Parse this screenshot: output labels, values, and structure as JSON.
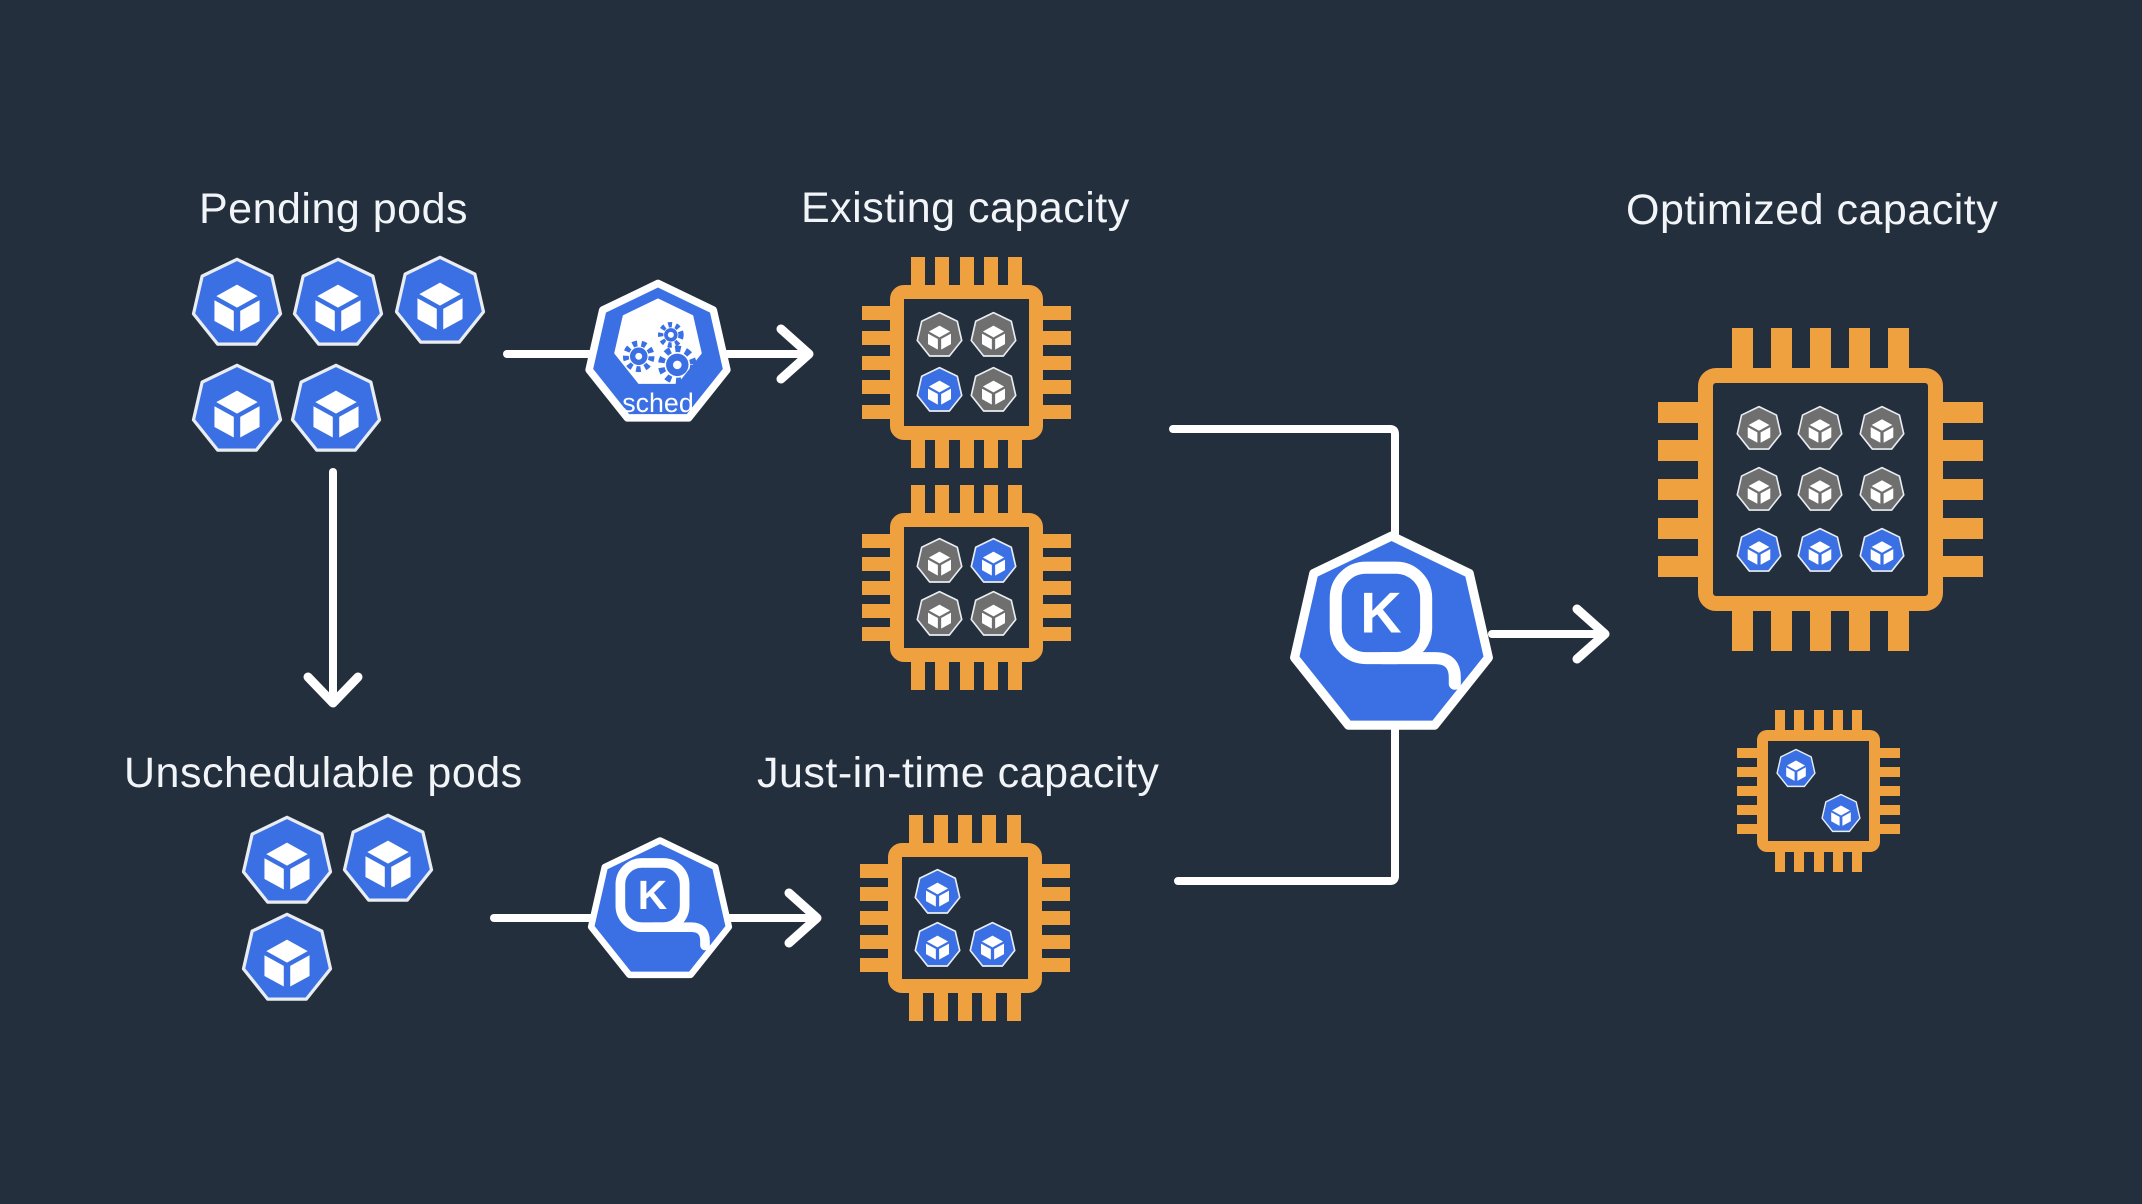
{
  "colors": {
    "background": "#242F3D",
    "blue": "#3B70E4",
    "orange": "#EFA03F",
    "gray": "#6F6F6F",
    "line_white": "#FFFFFF",
    "title_text": "#F2F5F8"
  },
  "titles": {
    "pending": "Pending pods",
    "existing": "Existing capacity",
    "optimized": "Optimized capacity",
    "unschedulable": "Unschedulable pods",
    "jit": "Just-in-time capacity"
  },
  "icons": {
    "scheduler_label": "sched",
    "karpenter_letter": "K"
  },
  "pod_groups": {
    "pending": {
      "color": "blue",
      "count": 5
    },
    "unschedulable": {
      "color": "blue",
      "count": 3
    }
  },
  "chips": {
    "existing_1": {
      "grid": [
        [
          "gray",
          "gray"
        ],
        [
          "blue",
          "gray"
        ]
      ]
    },
    "existing_2": {
      "grid": [
        [
          "gray",
          "blue"
        ],
        [
          "gray",
          "gray"
        ]
      ]
    },
    "jit": {
      "grid": [
        [
          "blue",
          null
        ],
        [
          "blue",
          "blue"
        ]
      ]
    },
    "optimized_large": {
      "grid": [
        [
          "gray",
          "gray",
          "gray"
        ],
        [
          "gray",
          "gray",
          "gray"
        ],
        [
          "blue",
          "blue",
          "blue"
        ]
      ]
    },
    "optimized_small": {
      "grid": [
        [
          "blue",
          null
        ],
        [
          null,
          "blue"
        ]
      ]
    }
  }
}
